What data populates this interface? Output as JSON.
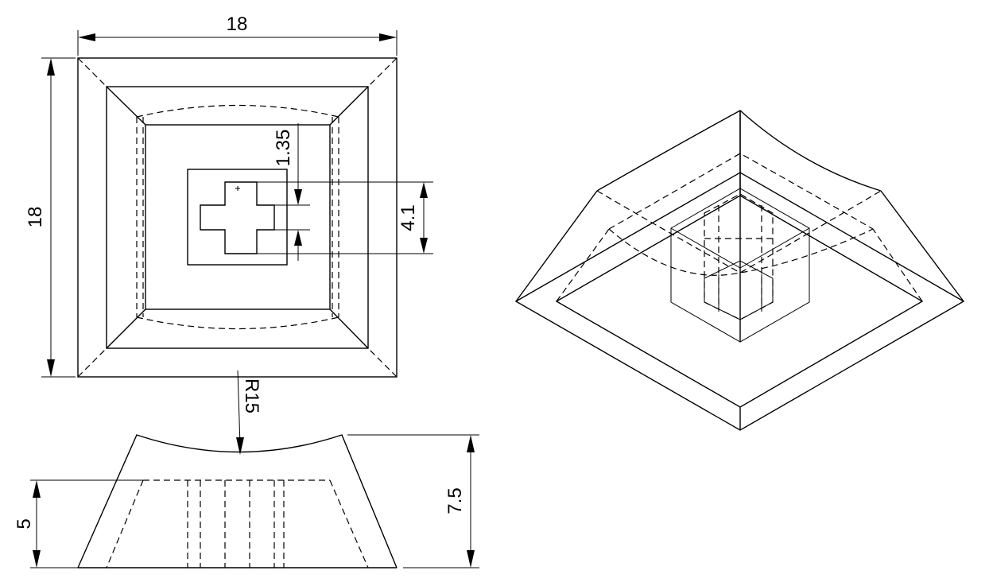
{
  "dimensions": {
    "width": "18",
    "height": "18",
    "stem_gap": "1.35",
    "stem_size": "4.1",
    "radius": "R15",
    "stem_height": "5",
    "total_height": "7.5"
  }
}
